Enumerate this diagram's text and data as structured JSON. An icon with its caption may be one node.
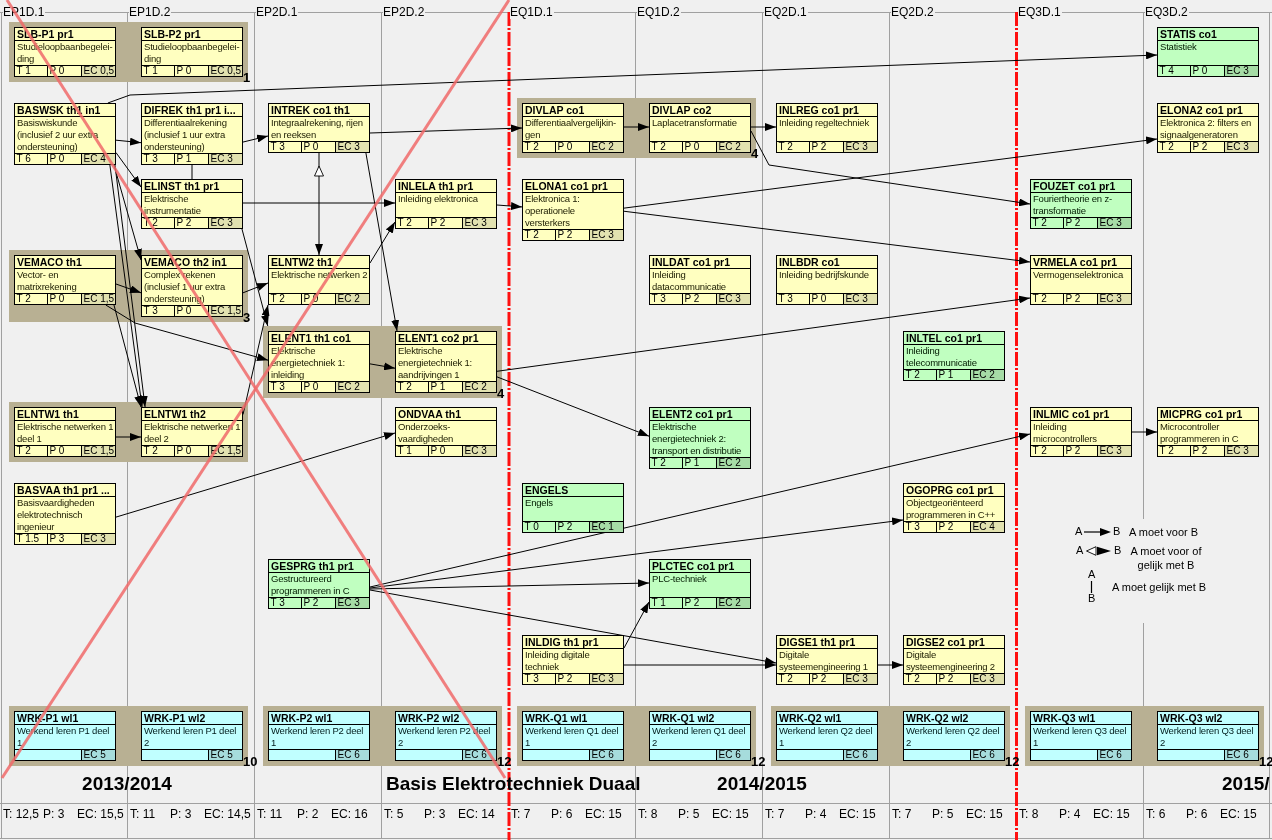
{
  "diagram": {
    "title": "Basis Elektrotechniek Duaal",
    "nodes": [
      {
        "text": [
          "1"
        ]
      },
      {
        "text": [
          "SLB-P1 pr1",
          "Studieloopbaanbegelei-ding",
          "T 1",
          "P 0",
          "EC 0,5"
        ],
        "in": 0
      },
      {
        "text": [
          "SLB-P2 pr1",
          "Studieloopbaanbegelei-ding",
          "T 1",
          "P 0",
          "EC 0,5"
        ],
        "in": 0
      },
      {
        "text": [
          "STATIS co1",
          "Statistiek",
          "T 4",
          "P 0",
          "EC 3"
        ]
      },
      {
        "text": [
          "BASWSK th1 in1",
          "Basiswiskunde (inclusief 2 uur extra ondersteuning)",
          "T 6",
          "P 0",
          "EC 4"
        ]
      },
      {
        "text": [
          "DIFREK th1 pr1 i...",
          "Differentiaalrekening (inclusief 1 uur extra ondersteuning)",
          "T 3",
          "P 1",
          "EC 3"
        ]
      },
      {
        "text": [
          "INTREK co1 th1",
          "Integraalrekening, rijen en reeksen",
          "T 3",
          "P 0",
          "EC 3"
        ]
      },
      {
        "text": [
          "4"
        ]
      },
      {
        "text": [
          "DIVLAP co1",
          "Differentiaalvergelijkin-gen",
          "T 2",
          "P 0",
          "EC 2"
        ],
        "in": 7
      },
      {
        "text": [
          "DIVLAP co2",
          "Laplacetransformatie",
          "T 2",
          "P 0",
          "EC 2"
        ],
        "in": 7
      },
      {
        "text": [
          "INLREG co1 pr1",
          "Inleiding regeltechniek",
          "T 2",
          "P 2",
          "EC 3"
        ]
      },
      {
        "text": [
          "ELONA2 co1 pr1",
          "Elektronica 2: filters en signaalgeneratoren",
          "T 2",
          "P 2",
          "EC 3"
        ]
      },
      {
        "text": [
          "ELINST th1 pr1",
          "Elektrische instrumentatie",
          "T 2",
          "P 2",
          "EC 3"
        ]
      },
      {
        "text": [
          "INLELA th1 pr1",
          "Inleiding elektronica",
          "T 2",
          "P 2",
          "EC 3"
        ]
      },
      {
        "text": [
          "ELONA1 co1 pr1",
          "Elektronica 1: operationele versterkers",
          "T 2",
          "P 2",
          "EC 3"
        ]
      },
      {
        "text": [
          "FOUZET co1 pr1",
          "Fouriertheorie en z-transformatie",
          "T 2",
          "P 2",
          "EC 3"
        ]
      },
      {
        "text": [
          "3"
        ]
      },
      {
        "text": [
          "VEMACO th1",
          "Vector- en matrixrekening",
          "T 2",
          "P 0",
          "EC 1,5"
        ],
        "in": 16
      },
      {
        "text": [
          "VEMACO th2 in1",
          "Complex rekenen (inclusief 1 uur extra ondersteuning)",
          "T 3",
          "P 0",
          "EC 1,5"
        ],
        "in": 16
      },
      {
        "text": [
          "ELNTW2 th1",
          "Elektrische netwerken 2",
          "T 2",
          "P 0",
          "EC 2"
        ]
      },
      {
        "text": [
          "INLDAT co1 pr1",
          "Inleiding datacommunicatie",
          "T 3",
          "P 2",
          "EC 3"
        ]
      },
      {
        "text": [
          "INLBDR co1",
          "Inleiding bedrijfskunde",
          "T 3",
          "P 0",
          "EC 3"
        ]
      },
      {
        "text": [
          "VRMELA co1 pr1",
          "Vermogenselektronica",
          "T 2",
          "P 2",
          "EC 3"
        ]
      },
      {
        "text": [
          "4"
        ]
      },
      {
        "text": [
          "ELENT1 th1 co1",
          "Elektrische energietechniek 1: inleiding",
          "T 3",
          "P 0",
          "EC 2"
        ],
        "in": 23
      },
      {
        "text": [
          "ELENT1 co2 pr1",
          "Elektrische energietechniek 1: aandrijvingen 1",
          "T 2",
          "P 1",
          "EC 2"
        ],
        "in": 23
      },
      {
        "text": [
          "INLTEL co1 pr1",
          "Inleiding telecommunicatie",
          "T 2",
          "P 1",
          "EC 2"
        ]
      },
      {
        "text": [],
        "shape": "box"
      },
      {
        "text": [
          "ELNTW1 th1",
          "Elektrische netwerken 1 deel 1",
          "T 2",
          "P 0",
          "EC 1,5"
        ],
        "in": 27
      },
      {
        "text": [
          "ELNTW1 th2",
          "Elektrische netwerken 1 deel 2",
          "T 2",
          "P 0",
          "EC 1,5"
        ],
        "in": 27
      },
      {
        "text": [
          "ONDVAA th1",
          "Onderzoeks-vaardigheden",
          "T 1",
          "P 0",
          "EC 3"
        ]
      },
      {
        "text": [
          "ELENT2 co1 pr1",
          "Elektrische energietechniek 2: transport en distributie",
          "T 2",
          "P 1",
          "EC 2"
        ]
      },
      {
        "text": [
          "INLMIC co1 pr1",
          "Inleiding microcontrollers",
          "T 2",
          "P 2",
          "EC 3"
        ]
      },
      {
        "text": [
          "MICPRG co1 pr1",
          "Microcontroller programmeren in C",
          "T 2",
          "P 2",
          "EC 3"
        ]
      },
      {
        "text": [
          "BASVAA th1 pr1 ...",
          "Basisvaardigheden elektrotechnisch ingenieur",
          "T 1.5",
          "P 3",
          "EC 3"
        ]
      },
      {
        "text": [
          "ENGELS",
          "Engels",
          "T 0",
          "P 2",
          "EC 1"
        ]
      },
      {
        "text": [
          "OGOPRG co1 pr1",
          "Objectgeoriënteerd programmeren in C++",
          "T 3",
          "P 2",
          "EC 4"
        ]
      },
      {
        "text": [
          "GESPRG th1 pr1",
          "Gestructureerd programmeren in C",
          "T 3",
          "P 2",
          "EC 3"
        ]
      },
      {
        "text": [
          "PLCTEC co1 pr1",
          "PLC-techniek",
          "T 1",
          "P 2",
          "EC 2"
        ]
      },
      {
        "text": [
          "INLDIG th1 pr1",
          "Inleiding digitale techniek",
          "T 3",
          "P 2",
          "EC 3"
        ]
      },
      {
        "text": [
          "DIGSE1 th1 pr1",
          "Digitale systeemengineering 1",
          "T 2",
          "P 2",
          "EC 3"
        ]
      },
      {
        "text": [
          "DIGSE2 co1 pr1",
          "Digitale systeemengineering 2",
          "T 2",
          "P 2",
          "EC 3"
        ]
      },
      {
        "text": [
          "10"
        ]
      },
      {
        "text": [
          "WRK-P1 wl1",
          "Werkend leren P1 deel 1",
          "EC 5"
        ],
        "in": 42
      },
      {
        "text": [
          "WRK-P1 wl2",
          "Werkend leren P1 deel 2",
          "EC 5"
        ],
        "in": 42
      },
      {
        "text": [
          "12"
        ]
      },
      {
        "text": [
          "WRK-P2 wl1",
          "Werkend leren P2 deel 1",
          "EC 6"
        ],
        "in": 45
      },
      {
        "text": [
          "WRK-P2 wl2",
          "Werkend leren P2 deel 2",
          "EC 6"
        ],
        "in": 45
      },
      {
        "text": [
          "12"
        ]
      },
      {
        "text": [
          "WRK-Q1 wl1",
          "Werkend leren Q1 deel 1",
          "EC 6"
        ],
        "in": 48
      },
      {
        "text": [
          "WRK-Q1 wl2",
          "Werkend leren Q1 deel 2",
          "EC 6"
        ],
        "in": 48
      },
      {
        "text": [
          "12"
        ]
      },
      {
        "text": [
          "WRK-Q2 wl1",
          "Werkend leren Q2 deel 1",
          "EC 6"
        ],
        "in": 51
      },
      {
        "text": [
          "WRK-Q2 wl2",
          "Werkend leren Q2 deel 2",
          "EC 6"
        ],
        "in": 51
      },
      {
        "text": [
          "12"
        ]
      },
      {
        "text": [
          "WRK-Q3 wl1",
          "Werkend leren Q3 deel 1",
          "EC 6"
        ],
        "in": 54
      },
      {
        "text": [
          "WRK-Q3 wl2",
          "Werkend leren Q3 deel 2",
          "EC 6"
        ],
        "in": 54
      }
    ],
    "edges": [
      {
        "from": 4,
        "to": 3,
        "arrow": "to"
      },
      {
        "from": 4,
        "to": 5,
        "arrow": "to"
      },
      {
        "from": 4,
        "to": 12,
        "arrow": "to"
      },
      {
        "from": 4,
        "to": 18,
        "arrow": "to"
      },
      {
        "from": 4,
        "to": 29,
        "arrow": "to"
      },
      {
        "from": 4,
        "to": 29,
        "arrow": "to"
      },
      {
        "from": 5,
        "to": 6,
        "arrow": "to"
      },
      {
        "from": 5,
        "to": 12,
        "arrow": "none"
      },
      {
        "from": 6,
        "to": 8,
        "arrow": "to"
      },
      {
        "from": 6,
        "to": 19,
        "arrow": "both"
      },
      {
        "from": 6,
        "to": 25,
        "arrow": "to"
      },
      {
        "from": 8,
        "to": 9,
        "arrow": "to"
      },
      {
        "from": 9,
        "to": 10,
        "arrow": "to"
      },
      {
        "from": 9,
        "to": 15,
        "arrow": "to"
      },
      {
        "from": 12,
        "to": 13,
        "arrow": "to"
      },
      {
        "from": 12,
        "to": 23,
        "arrow": "to"
      },
      {
        "from": 13,
        "to": 14,
        "arrow": "to"
      },
      {
        "from": 14,
        "to": 11,
        "arrow": "to"
      },
      {
        "from": 14,
        "to": 22,
        "arrow": "to"
      },
      {
        "from": 17,
        "to": 18,
        "arrow": "to"
      },
      {
        "from": 17,
        "to": 24,
        "arrow": "to"
      },
      {
        "from": 17,
        "to": 29,
        "arrow": "to"
      },
      {
        "from": 18,
        "to": 19,
        "arrow": "to"
      },
      {
        "from": 19,
        "to": 13,
        "arrow": "to"
      },
      {
        "from": 24,
        "to": 25,
        "arrow": "to"
      },
      {
        "from": 25,
        "to": 22,
        "arrow": "to"
      },
      {
        "from": 25,
        "to": 31,
        "arrow": "to"
      },
      {
        "from": 28,
        "to": 29,
        "arrow": "to"
      },
      {
        "from": 29,
        "to": 19,
        "arrow": "to"
      },
      {
        "from": 34,
        "to": 30,
        "arrow": "to"
      },
      {
        "from": 37,
        "to": 32,
        "arrow": "to"
      },
      {
        "from": 37,
        "to": 36,
        "arrow": "to"
      },
      {
        "from": 37,
        "to": 38,
        "arrow": "to"
      },
      {
        "from": 37,
        "to": 40,
        "arrow": "to"
      },
      {
        "from": 39,
        "to": 38,
        "arrow": "to"
      },
      {
        "from": 39,
        "to": 40,
        "arrow": "to"
      },
      {
        "from": 40,
        "to": 41,
        "arrow": "to"
      },
      {
        "from": 32,
        "to": 33,
        "arrow": "to"
      }
    ],
    "labels": [
      "EP1D.1",
      "EP1D.2",
      "EP2D.1",
      "EP2D.2",
      "EQ1D.1",
      "EQ1D.2",
      "EQ2D.1",
      "EQ2D.2",
      "EQ3D.1",
      "EQ3D.2",
      "A",
      "B",
      "A",
      "B",
      "A",
      "B",
      "2013/2014",
      "2014/2015",
      "2015/",
      "T: 12,5",
      "P: 3",
      "EC: 15,5",
      "T: 11",
      "P: 3",
      "EC: 14,5",
      "T: 11",
      "P: 2",
      "EC: 16",
      "T: 5",
      "P: 3",
      "EC: 14",
      "T: 7",
      "P: 6",
      "EC: 15",
      "T: 8",
      "P: 5",
      "EC: 15",
      "T: 7",
      "P: 4",
      "EC: 15",
      "T: 7",
      "P: 5",
      "EC: 15",
      "T: 8",
      "P: 4",
      "EC: 15",
      "T: 6",
      "P: 6",
      "EC: 15"
    ],
    "legend": [
      {
        "text": "A moet voor B"
      },
      {
        "text": "A moet voor of gelijk met B"
      },
      {
        "text": "A moet gelijk met B"
      }
    ]
  }
}
